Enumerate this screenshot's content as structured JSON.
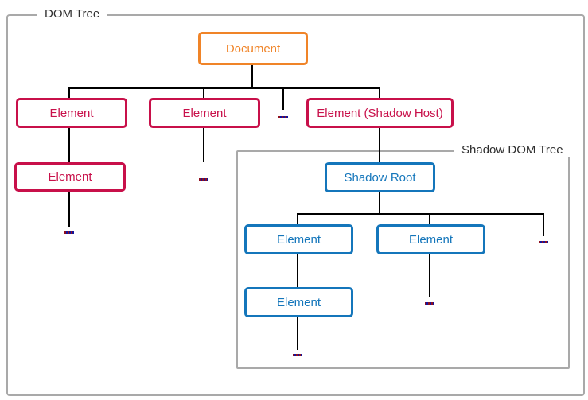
{
  "frames": {
    "dom_tree": {
      "label": "DOM Tree"
    },
    "shadow_dom_tree": {
      "label": "Shadow DOM Tree"
    }
  },
  "nodes": {
    "document": {
      "label": "Document"
    },
    "element_left": {
      "label": "Element"
    },
    "element_mid": {
      "label": "Element"
    },
    "shadow_host": {
      "label": "Element (Shadow Host)"
    },
    "element_left_child": {
      "label": "Element"
    },
    "shadow_root": {
      "label": "Shadow Root"
    },
    "shadow_element_left": {
      "label": "Element"
    },
    "shadow_element_right": {
      "label": "Element"
    },
    "shadow_element_left_child": {
      "label": "Element"
    }
  },
  "colors": {
    "document_orange": "#f08428",
    "element_red": "#c8104a",
    "shadow_blue": "#1476bb",
    "frame_gray": "#a9a9a9",
    "connector_black": "#000000"
  }
}
